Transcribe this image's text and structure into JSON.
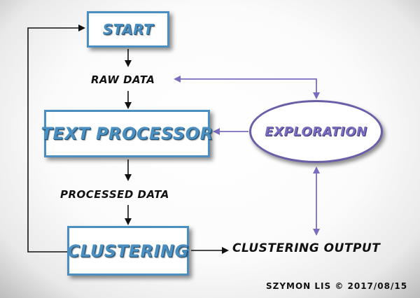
{
  "nodes": {
    "start": "START",
    "raw_data": "RAW DATA",
    "text_processor": "TEXT PROCESSOR",
    "processed_data": "PROCESSED DATA",
    "clustering": "CLUSTERING",
    "clustering_output": "CLUSTERING OUTPUT",
    "exploration": "EXPLORATION"
  },
  "credit": "SZYMON LIS © 2017/08/15",
  "colors": {
    "process_box": "#4a8fbf",
    "exploration": "#6b5ea8",
    "arrow": "#111111"
  }
}
